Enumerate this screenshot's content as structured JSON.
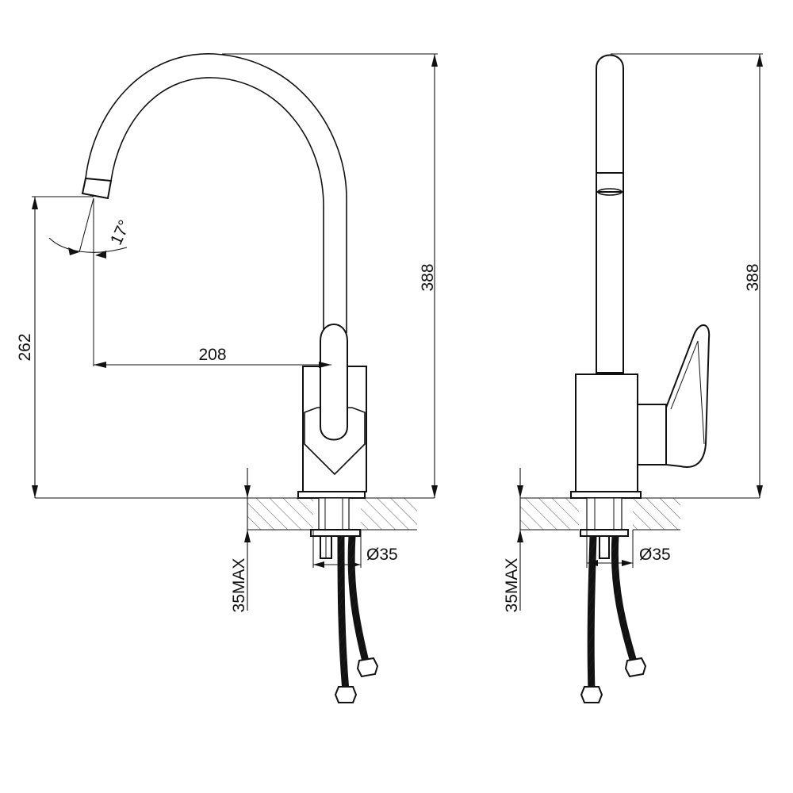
{
  "colors": {
    "line": "#111111",
    "background": "#ffffff"
  },
  "front_view": {
    "dim_total_height": "388",
    "dim_spout_height": "262",
    "dim_reach": "208",
    "dim_angle": "17°",
    "dim_hole_diameter": "Ø35",
    "dim_deck_thickness": "35MAX"
  },
  "side_view": {
    "dim_total_height": "388",
    "dim_hole_diameter": "Ø35",
    "dim_deck_thickness": "35MAX"
  }
}
